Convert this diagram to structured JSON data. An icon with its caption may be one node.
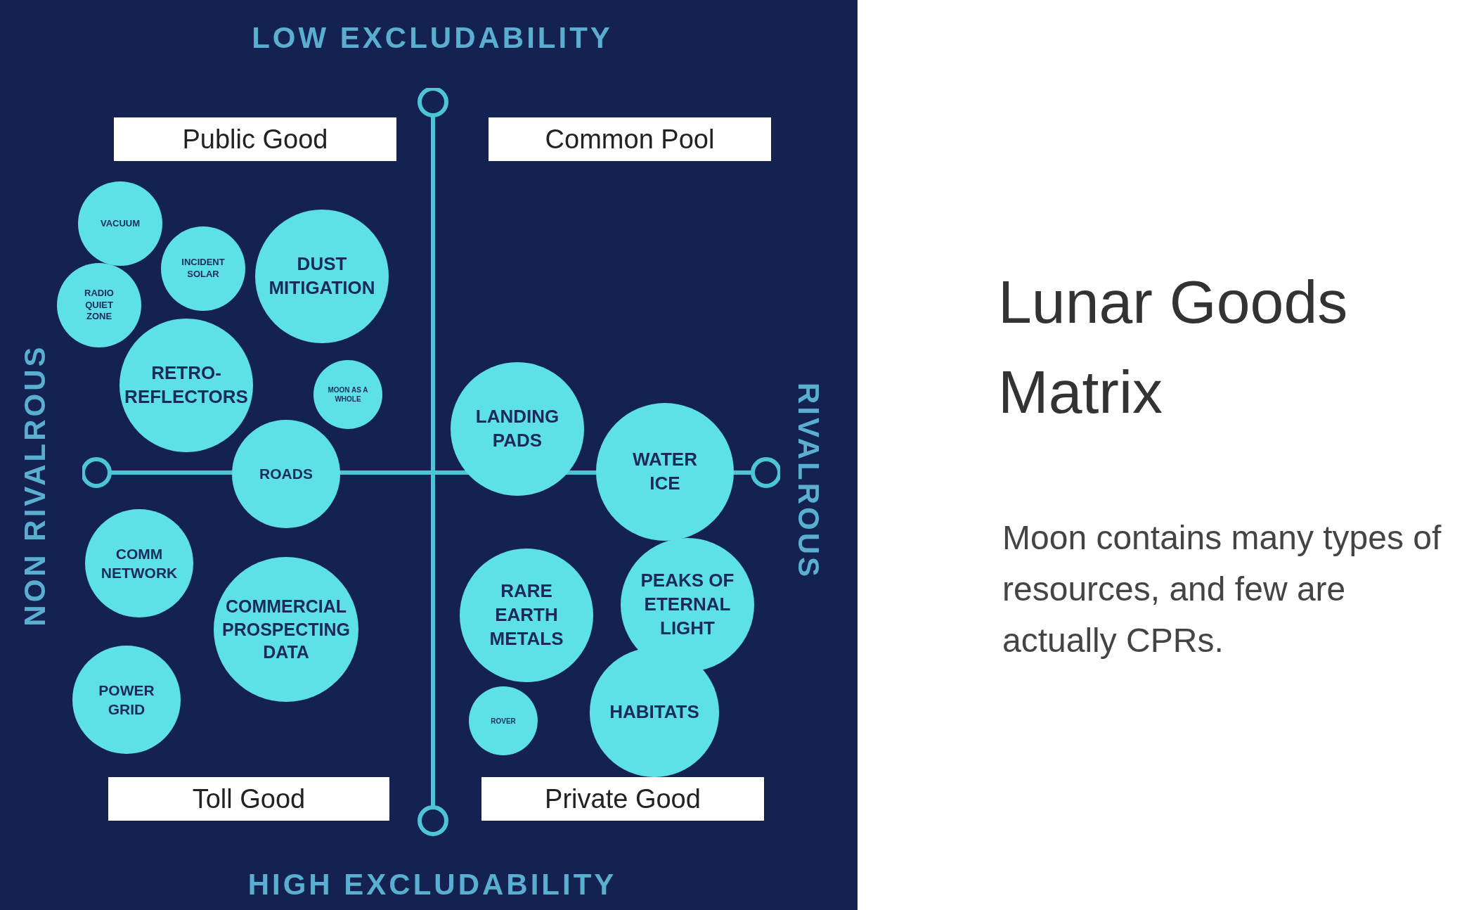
{
  "diagram": {
    "title": "Lunar Goods Matrix",
    "nodes": [
      {
        "text": [
          "Public Good"
        ]
      },
      {
        "text": [
          "Common Pool"
        ]
      },
      {
        "text": [
          "Toll Good"
        ]
      },
      {
        "text": [
          "Private Good"
        ]
      },
      {
        "text": [
          "VACUUM"
        ]
      },
      {
        "text": [
          "INCIDENT SOLAR"
        ]
      },
      {
        "text": [
          "RADIO QUIET ZONE"
        ]
      },
      {
        "text": [
          "DUST MITIGATION"
        ]
      },
      {
        "text": [
          "RETRO- REFLECTORS"
        ]
      },
      {
        "text": [
          "MOON AS A WHOLE"
        ]
      },
      {
        "text": [
          "ROADS"
        ]
      },
      {
        "text": [
          "LANDING PADS"
        ]
      },
      {
        "text": [
          "WATER ICE"
        ]
      },
      {
        "text": [
          "COMM NETWORK"
        ]
      },
      {
        "text": [
          "COMMERCIAL PROSPECTING DATA"
        ]
      },
      {
        "text": [
          "RARE EARTH METALS"
        ]
      },
      {
        "text": [
          "PEAKS OF ETERNAL LIGHT"
        ]
      },
      {
        "text": [
          "POWER GRID"
        ]
      },
      {
        "text": [
          "ROVER"
        ]
      },
      {
        "text": [
          "HABITATS"
        ]
      }
    ],
    "labels": [
      "LOW EXCLUDABILITY",
      "NON RIVALROUS",
      "RIVALROUS",
      "HIGH EXCLUDABILITY",
      "Moon contains many types of resources, and few are actually CPRs."
    ]
  }
}
